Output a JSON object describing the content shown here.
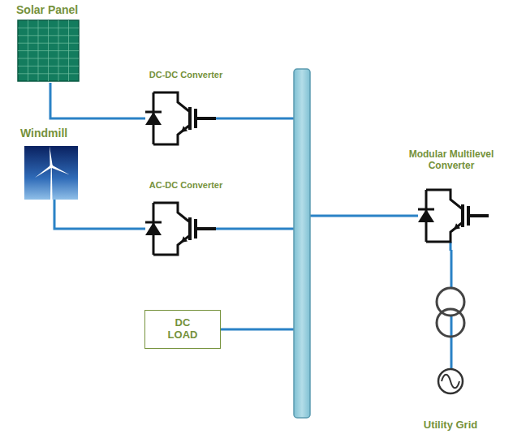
{
  "diagram": {
    "nodes": [
      {
        "text": [
          "Solar Panel"
        ]
      },
      {
        "text": [
          "DC-DC Converter"
        ]
      },
      {
        "text": [
          "Windmill"
        ]
      },
      {
        "text": [
          "AC-DC Converter"
        ]
      },
      {
        "text": [
          "DC LOAD"
        ]
      },
      {
        "text": [
          "Modular Multilevel Converter"
        ]
      },
      {
        "text": [
          "Utility Grid"
        ]
      }
    ],
    "edges": [
      {
        "from": 0,
        "to": 1,
        "arrow": "none"
      },
      {
        "from": 2,
        "to": 3,
        "arrow": "none"
      },
      {
        "from": 5,
        "to": 6,
        "arrow": "none"
      }
    ]
  }
}
